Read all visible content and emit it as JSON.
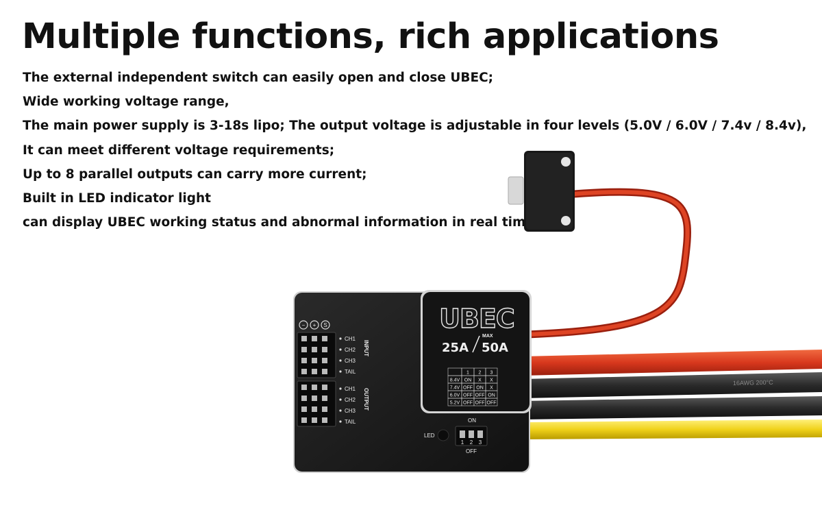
{
  "heading": "Multiple functions, rich applications",
  "features": [
    "The external independent switch can easily open and close UBEC;",
    "Wide working voltage range,",
    "The main power supply is 3-18s lipo; The output voltage is adjustable in four levels (5.0V / 6.0V / 7.4v / 8.4v),",
    "It can meet different voltage requirements;",
    "Up to 8 parallel outputs can carry more current;",
    "Built in LED indicator light",
    "can display UBEC working status and abnormal information in real time."
  ],
  "product": {
    "brand": "UBEC",
    "current_rating": "25A",
    "max_label": "MAX",
    "max_current": "50A",
    "input_label": "INPUT",
    "output_label": "OUTPUT",
    "channels": [
      "CH1",
      "CH2",
      "CH3",
      "TAIL"
    ],
    "polarity_symbols": [
      "−",
      "+",
      "S"
    ],
    "table_header": [
      "",
      "1",
      "2",
      "3"
    ],
    "table_rows": [
      [
        "8.4V",
        "ON",
        "X",
        "X"
      ],
      [
        "7.4V",
        "OFF",
        "ON",
        "X"
      ],
      [
        "6.0V",
        "OFF",
        "OFF",
        "ON"
      ],
      [
        "5.2V",
        "OFF",
        "OFF",
        "OFF"
      ]
    ],
    "led_label": "LED",
    "dip_on_label": "ON",
    "dip_off_label": "OFF",
    "dip_numbers": [
      "1",
      "2",
      "3"
    ],
    "wire_text": "16AWG 200°C",
    "colors": {
      "red_wire": "#d8381d",
      "black_wire": "#2a2a2a",
      "yellow_wire": "#f0d21a",
      "body": "#1c1c1c"
    }
  }
}
